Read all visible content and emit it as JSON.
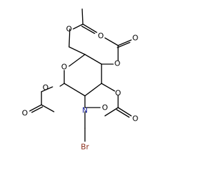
{
  "molecule": {
    "atoms": {
      "ester_o_top": "O",
      "carbonyl_o_top": "O",
      "ester_o_right": "O",
      "carbonyl_o_right": "O",
      "ring_o": "O",
      "ester_o_left": "O",
      "carbonyl_o_left": "O",
      "ester_o_lower_right": "O",
      "carbonyl_o_lower_right": "O",
      "amide_n": "N",
      "amide_carbonyl_o": "O",
      "bromine": "Br"
    },
    "colors": {
      "default": "#000000",
      "nitrogen": "#17209a",
      "bromine": "#8b2d1a"
    }
  }
}
